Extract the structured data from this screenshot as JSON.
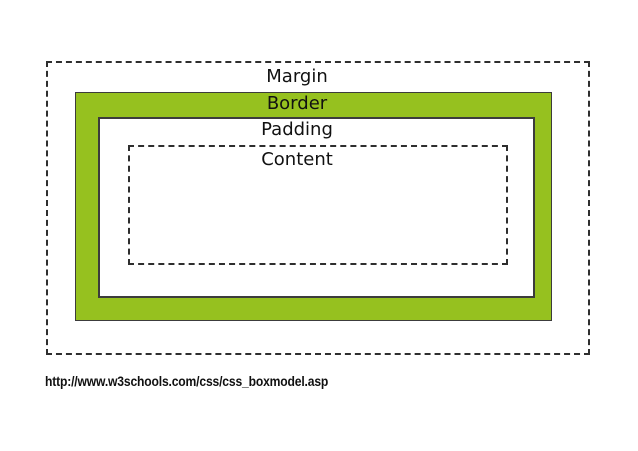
{
  "diagram": {
    "type": "css-box-model",
    "boxes": [
      {
        "id": "margin",
        "label": "Margin"
      },
      {
        "id": "border",
        "label": "Border"
      },
      {
        "id": "padding",
        "label": "Padding"
      },
      {
        "id": "content",
        "label": "Content"
      }
    ],
    "colors": {
      "border_fill": "#96C11F",
      "dashed_line": "#2e2e2e",
      "solid_outline": "#3c3c3c",
      "label_text": "#111111",
      "background": "#ffffff"
    }
  },
  "footer": {
    "source_url": "http://www.w3schools.com/css/css_boxmodel.asp"
  }
}
